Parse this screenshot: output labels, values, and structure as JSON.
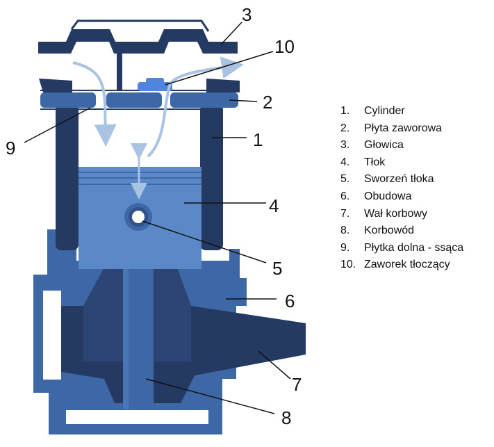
{
  "callouts": [
    "3",
    "10",
    "2",
    "1",
    "9",
    "4",
    "5",
    "6",
    "7",
    "8"
  ],
  "legend": [
    {
      "num": "1.",
      "label": "Cylinder"
    },
    {
      "num": "2.",
      "label": "Płyta zaworowa"
    },
    {
      "num": "3.",
      "label": "Głowica"
    },
    {
      "num": "4.",
      "label": "Tłok"
    },
    {
      "num": "5.",
      "label": "Sworzeń tłoka"
    },
    {
      "num": "6.",
      "label": "Obudowa"
    },
    {
      "num": "7.",
      "label": "Wał korbowy"
    },
    {
      "num": "8.",
      "label": "Korbowód"
    },
    {
      "num": "9.",
      "label": "Płytka dolna - ssąca"
    },
    {
      "num": "10.",
      "label": "Zaworek tłoczący"
    }
  ],
  "colors": {
    "dark_navy": "#243a63",
    "mid_blue": "#3e67a6",
    "piston_blue": "#5b89c8",
    "valve_blue": "#4f86dc",
    "flow_arrow": "#a9c3e2"
  }
}
